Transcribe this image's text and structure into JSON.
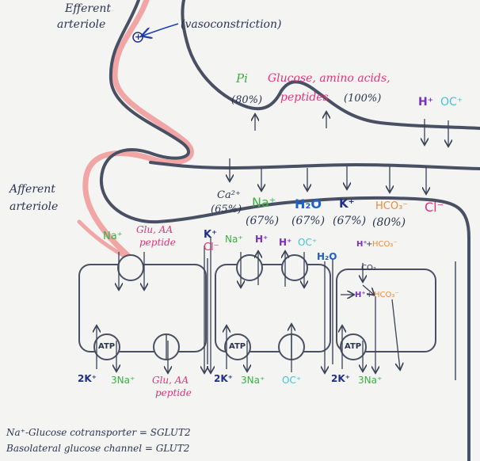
{
  "vessels": {
    "efferent_arteriole": [
      "Efferent",
      "arteriole"
    ],
    "afferent_arteriole": [
      "Afferent",
      "arteriole"
    ],
    "vasoconstriction": "(vasoconstriction)",
    "plus_sign": "+"
  },
  "lumen_reabsorption": {
    "pi": {
      "label": "Pi",
      "percent": "(80%)"
    },
    "glucose": {
      "label": "Glucose, amino acids,",
      "label2": "peptides",
      "percent": "(100%)"
    },
    "h_plus": "H⁺",
    "oc_plus": "OC⁺"
  },
  "tubule_secretion_row": {
    "ca": {
      "label": "Ca²⁺",
      "percent": "(65%)"
    },
    "na": {
      "label": "Na⁺",
      "percent": "(67%)"
    },
    "h2o": {
      "label": "H₂O",
      "percent": "(67%)"
    },
    "k": {
      "label": "K⁺",
      "percent": "(67%)"
    },
    "hco3": {
      "label": "HCO₃⁻",
      "percent": "(80%)"
    },
    "cl": {
      "label": "Cl⁻"
    }
  },
  "cell1": {
    "na": "Na⁺",
    "glu_aa": "Glu, AA",
    "peptide": "peptide",
    "atp": "ATP",
    "bottom_2k": "2K⁺",
    "bottom_3na": "3Na⁺",
    "bottom_glu": "Glu, AA",
    "bottom_peptide": "peptide"
  },
  "cell2": {
    "k": "K⁺",
    "cl": "Cl⁻",
    "na": "Na⁺",
    "h1": "H⁺",
    "h2": "H⁺",
    "oc": "OC⁺",
    "atp": "ATP",
    "bottom_2k": "2K⁺",
    "bottom_3na": "3Na⁺",
    "bottom_oc": "OC⁺"
  },
  "cell3": {
    "h2o": "H₂O",
    "h_plus": "H⁺",
    "plus": "+",
    "hco3": "HCO₃⁻",
    "co2": "CO₂",
    "h_plus2": "H⁺",
    "plus2": "+",
    "hco3_2": "HCO₃⁻",
    "atp": "ATP",
    "bottom_2k": "2K⁺",
    "bottom_3na": "3Na⁺"
  },
  "legend": {
    "line1": "Na⁺-Glucose cotransporter = SGLUT2",
    "line2": "Basolateral glucose channel = GLUT2"
  }
}
